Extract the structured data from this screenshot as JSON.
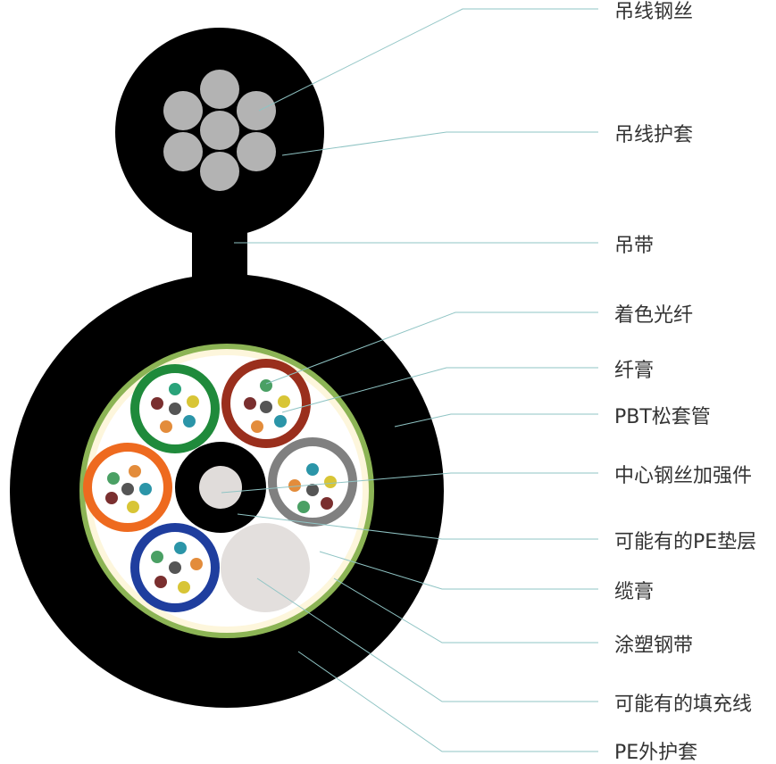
{
  "labels": {
    "messenger_wire": "吊线钢丝",
    "messenger_sheath": "吊线护套",
    "neck": "吊带",
    "colored_fiber": "着色光纤",
    "fiber_gel": "纤膏",
    "pbt_tube": "PBT松套管",
    "central_strength": "中心钢丝加强件",
    "pe_padding": "可能有的PE垫层",
    "cable_gel": "缆膏",
    "coated_steel_tape": "涂塑钢带",
    "filler": "可能有的填充线",
    "pe_outer_sheath": "PE外护套"
  },
  "colors": {
    "sheath": "#000000",
    "steel_wire": "#b3b3b3",
    "tape": "#8cb455",
    "cable_gel": "#fdf6dc",
    "core_bg": "#ffffff",
    "filler": "#e3dfdd",
    "strength_center": "#e0dcda",
    "leader": "#8fc4c4",
    "tubes": [
      "#1f8a3b",
      "#9a2f1d",
      "#808080",
      "#1f3e9e",
      "#ee6a1f"
    ],
    "fibers": [
      "#2aa37a",
      "#d8c536",
      "#2b95a8",
      "#e38c3b",
      "#7a2f2f",
      "#4aa064",
      "#555555"
    ]
  },
  "icons": {
    "cable": "cable-cross-section-icon"
  }
}
